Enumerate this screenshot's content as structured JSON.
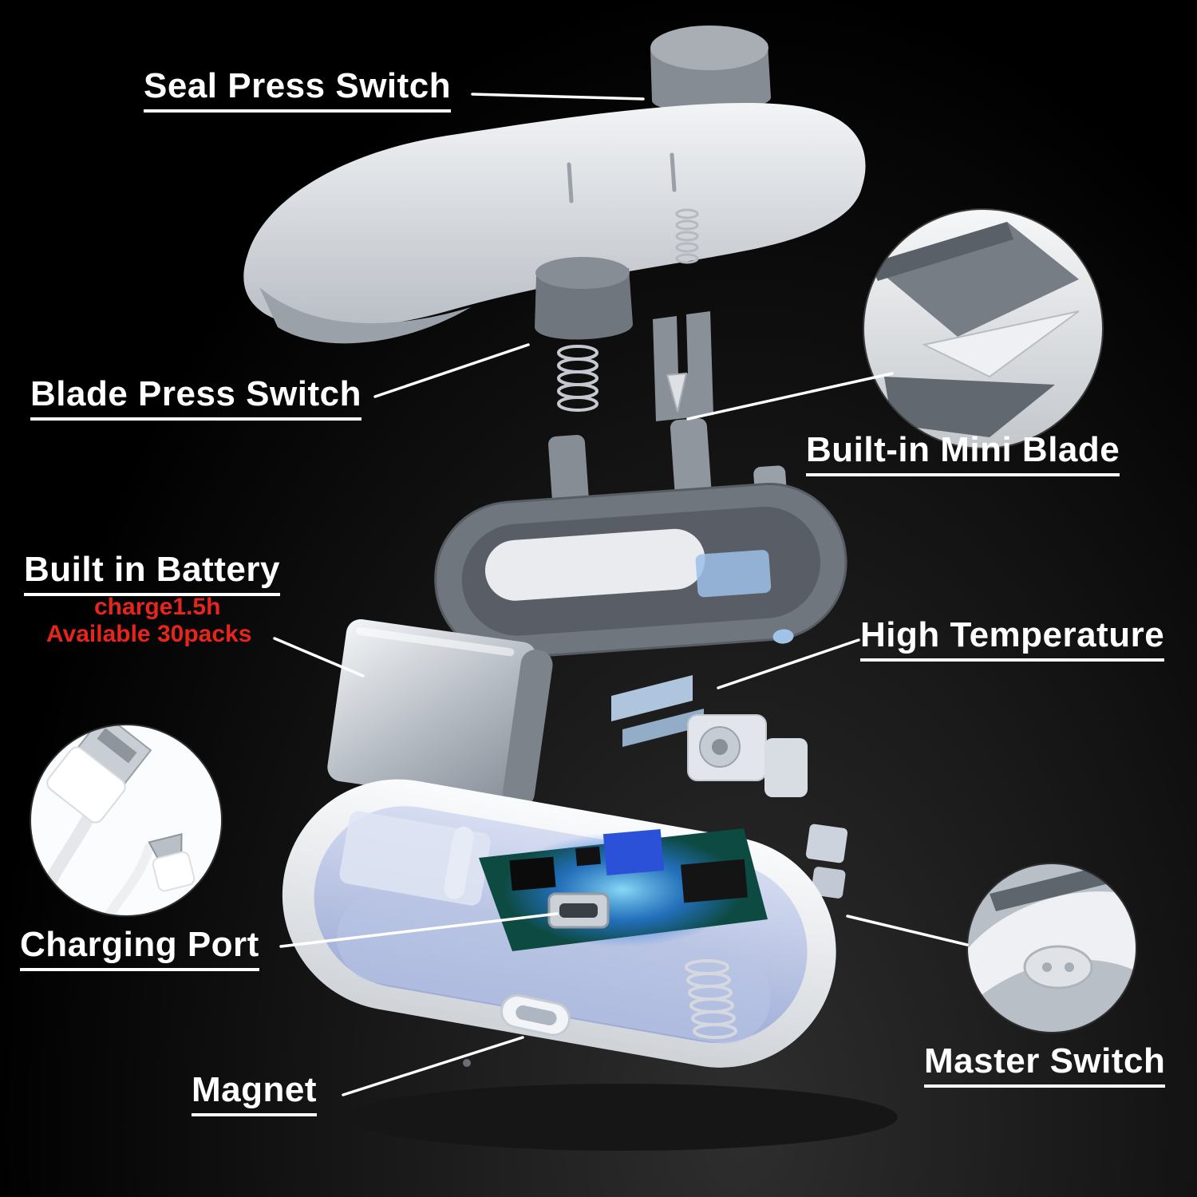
{
  "diagram": {
    "type": "exploded-product-diagram",
    "subject": "mini handheld bag heat sealer"
  },
  "labels": {
    "seal_press_switch": "Seal Press Switch",
    "blade_press_switch": "Blade Press Switch",
    "built_in_mini_blade": "Built-in Mini Blade",
    "built_in_battery": "Built in Battery",
    "battery_charge_note": "charge1.5h",
    "battery_capacity_note": "Available 30packs",
    "high_temperature": "High Temperature",
    "charging_port": "Charging Port",
    "master_switch": "Master Switch",
    "magnet": "Magnet"
  },
  "colors": {
    "background": "#000000",
    "label_text": "#ffffff",
    "note_red": "#e8251c",
    "device_white": "#eef0f3",
    "device_gray": "#8a9097",
    "gasket_gray": "#6e747c",
    "pcb_glow_blue": "#2e8df0",
    "battery_silver": "#c9ced4"
  },
  "insets": {
    "blade_inset": "close-up of built-in mini blade",
    "usb_inset": "USB charging cable connectors",
    "master_switch_inset": "close-up of side master switch"
  }
}
